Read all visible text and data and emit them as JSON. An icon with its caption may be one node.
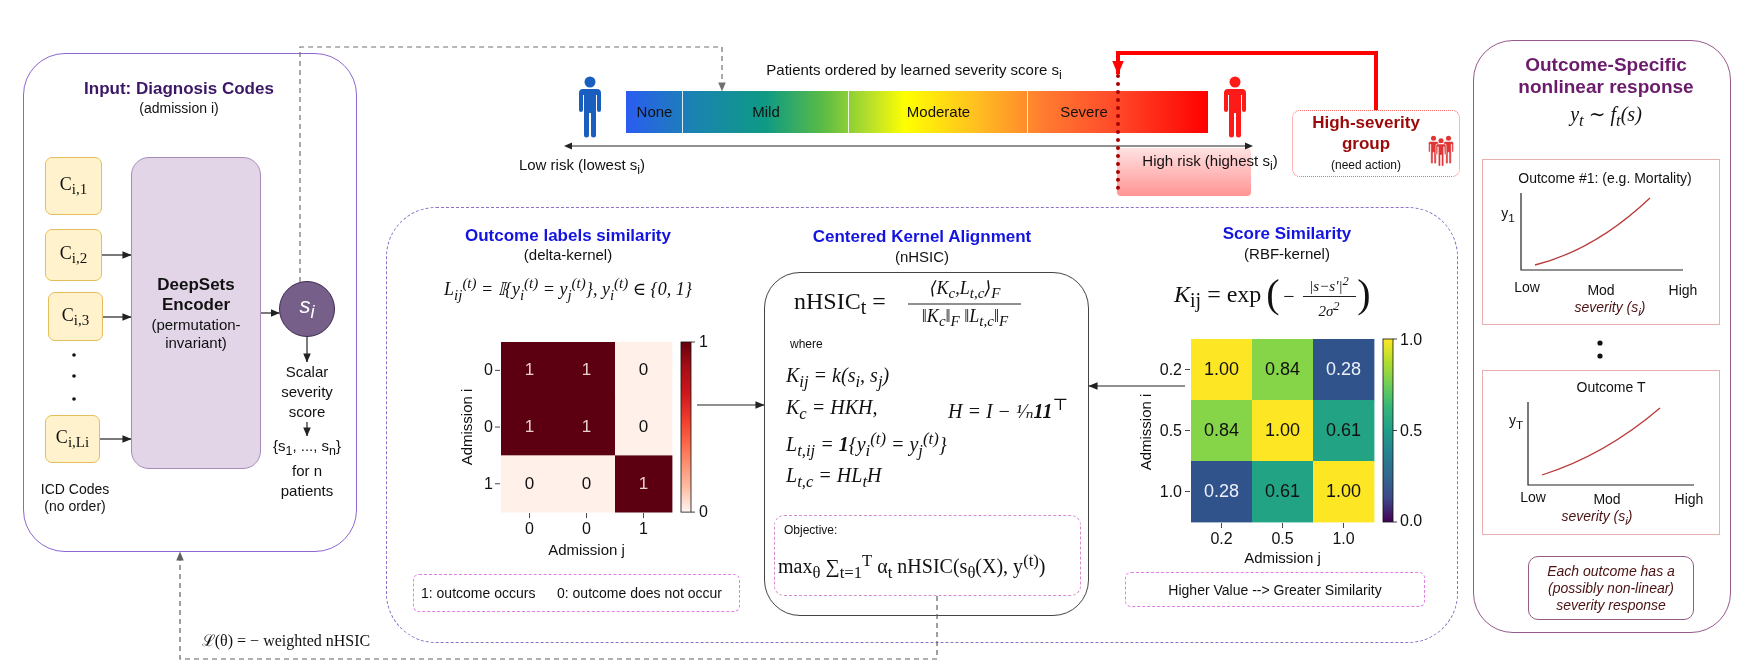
{
  "diagram": {
    "nodes": [
      {
        "text": [
          "Input: Diagnosis Codes",
          "(admission i)"
        ]
      },
      {
        "text": [
          "C$_{i,1}$"
        ],
        "in": 0
      },
      {
        "text": [
          "C$_{i,2}$"
        ],
        "in": 0
      },
      {
        "text": [
          "C$_{i,3}$"
        ],
        "in": 0
      },
      {
        "text": [
          "C$_{i,Li}$"
        ],
        "in": 0
      },
      {
        "text": [
          "DeepSets Encoder",
          "(permutation-invariant)"
        ],
        "in": 0
      },
      {
        "text": [
          "s$_{i}$"
        ],
        "in": 0
      },
      {
        "text": [
          "Scalar severity score"
        ],
        "in": 0
      },
      {
        "text": [
          "{s$_{1}$, ..., s$_{n}$} for n patients"
        ],
        "in": 0
      },
      {
        "text": [],
        "shape": "bar"
      },
      {
        "text": [
          "None"
        ],
        "in": 9
      },
      {
        "text": [
          "Mild"
        ],
        "in": 9
      },
      {
        "text": [
          "Moderate"
        ],
        "in": 9
      },
      {
        "text": [
          "Severe"
        ],
        "in": 9
      },
      {
        "text": [],
        "shape": "bar"
      },
      {
        "text": [
          "High-severity group",
          "(need action)"
        ]
      },
      {
        "text": [],
        "shape": "box"
      },
      {
        "text": [
          "1",
          "1",
          "0",
          "1",
          "1",
          "0",
          "0",
          "0",
          "1"
        ],
        "in": 16,
        "beside": [
          "1",
          "0",
          "0",
          "Admission i",
          "1",
          "0",
          "0",
          "0",
          "1",
          "Admission j"
        ]
      },
      {
        "text": [
          "1: outcome occurs",
          "0: outcome does not occur"
        ],
        "in": 16
      },
      {
        "text": [
          "nHSIC$_{t}$ =",
          "⟨K$_{c}$,L$_{t,c}$⟩$_{F}$",
          "‖K$_{c}$‖$_{F}$ ‖L$_{t,c}$‖$_{F}$",
          "where",
          "K$_{ij}$ = k(s$_{i}$, s$_{j}$)",
          "K$_{c}$ = HKH,",
          "H = I − ¹⁄ₙ**11**$^{⊤}$",
          "L$_{t,ij}$ = **1**{y$_{i}$$^{(t)}$ = y$_{j}$$^{(t)}$}",
          "L$_{t,c}$ = HL$_{t}$H"
        ],
        "in": 16
      },
      {
        "text": [
          "Objective:",
          "max$_{θ}$ ∑$_{t=1}$$^{T}$ α$_{t}$ nHSIC(s$_{θ}$(X), y$^{(t)}$)"
        ],
        "in": 19
      },
      {
        "text": [
          "1.00",
          "0.84",
          "0.28",
          "0.84",
          "1.00",
          "0.61",
          "0.28",
          "0.61",
          "1.00"
        ],
        "in": 16,
        "beside": [
          "1.0",
          "0.2",
          "0.5",
          "0.5",
          "Admission i",
          "1.0",
          "0.0",
          "0.2",
          "0.5",
          "1.0",
          "Admission j"
        ]
      },
      {
        "text": [
          "Higher Value --> Greater Similarity"
        ],
        "in": 16
      },
      {
        "text": [
          "Outcome-Specific nonlinear response",
          "y$_{t}$ ∼ f$_{t}$(s)"
        ]
      },
      {
        "text": [
          "Outcome #1: (e.g. Mortality)",
          "y$_{1}$",
          "Low",
          "Mod",
          "High",
          "severity (s$_{i}$)"
        ],
        "in": 23
      },
      {
        "text": [
          "Outcome T",
          "y$_{T}$",
          "Low",
          "Mod",
          "High",
          "severity (s$_{i}$)"
        ],
        "in": 23
      },
      {
        "text": [
          "Each outcome has a (possibly non-linear) severity response"
        ],
        "in": 23
      }
    ],
    "edges": [
      {
        "from": 2,
        "to": 5,
        "arrow": "to"
      },
      {
        "from": 3,
        "to": 5,
        "arrow": "to"
      },
      {
        "from": 4,
        "to": 5,
        "arrow": "to"
      },
      {
        "from": 5,
        "to": 6,
        "arrow": "to"
      },
      {
        "from": 6,
        "to": 7,
        "arrow": "to"
      },
      {
        "from": 7,
        "to": 8,
        "arrow": "to"
      },
      {
        "from": 6,
        "to": 9,
        "arrow": "to",
        "style": "dashed",
        "color": "#707070"
      },
      {
        "from": 15,
        "to": 14,
        "arrow": "to",
        "style": "thick",
        "color": "#ff0000"
      },
      {
        "from": 17,
        "to": 19,
        "arrow": "to"
      },
      {
        "from": 21,
        "to": 19,
        "arrow": "to"
      },
      {
        "from": 20,
        "to": 0,
        "arrow": "to",
        "style": "dashed",
        "color": "#606060",
        "label": "ℒ(θ) = − weighted nHSIC"
      }
    ],
    "labels": [
      "Patients ordered by learned severity score s$_{i}$",
      "Low risk (lowest s$_{i}$)",
      "High risk (highest s$_{i}$)",
      "ICD Codes (no order)",
      "Outcome labels similarity",
      "(delta-kernel)",
      "L$_{ij}$$^{(t)}$ = 𝕀{y$_{i}$$^{(t)}$ = y$_{j}$$^{(t)}$}, y$_{i}$$^{(t)}$ ∈ {0, 1}",
      "Centered Kernel Alignment",
      "(nHSIC)",
      "Score Similarity",
      "(RBF-kernel)",
      "*K*$_{ij}$ = exp",
      "(",
      "−",
      "|s−s′|$^{2}$",
      "2σ$^{2}$",
      ")"
    ]
  }
}
